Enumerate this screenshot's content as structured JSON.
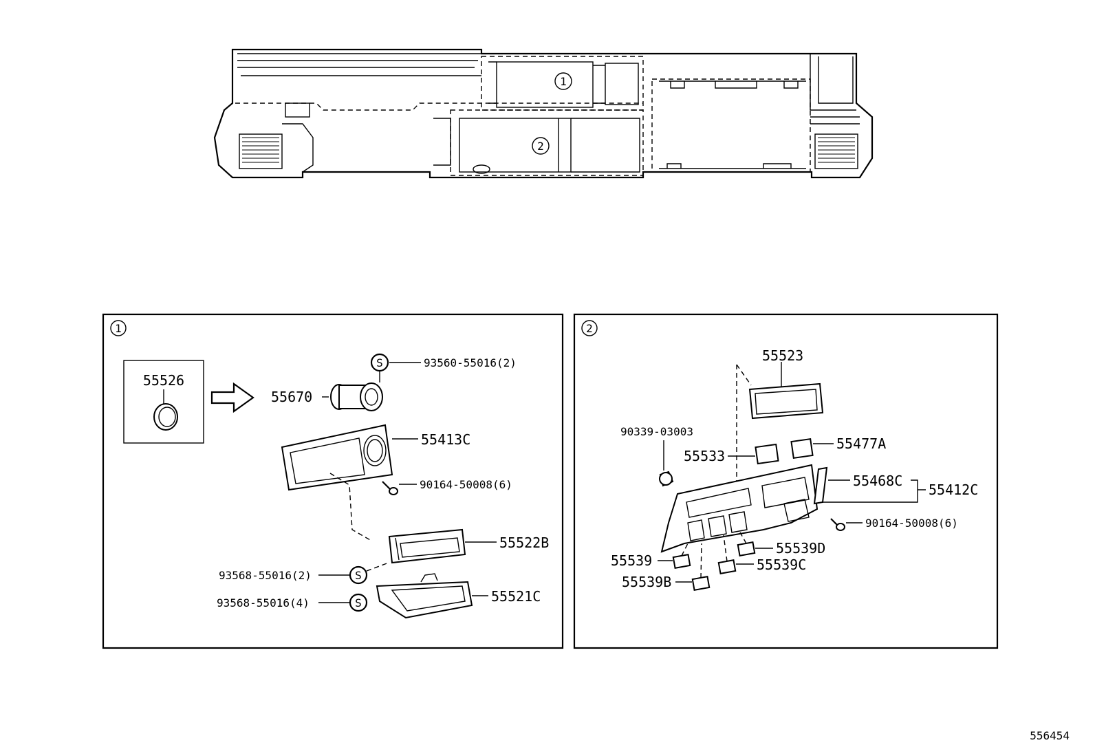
{
  "overview": {
    "callout_1": "1",
    "callout_2": "2"
  },
  "panel_1": {
    "marker": "1",
    "parts": {
      "p55526": "55526",
      "p55670": "55670",
      "p93560": "93560-55016(2)",
      "p55413C": "55413C",
      "p90164": "90164-50008(6)",
      "p55522B": "55522B",
      "p93568a": "93568-55016(2)",
      "p93568b": "93568-55016(4)",
      "p55521C": "55521C"
    },
    "s_symbol": "S"
  },
  "panel_2": {
    "marker": "2",
    "parts": {
      "p55523": "55523",
      "p90339": "90339-03003",
      "p55533": "55533",
      "p55477A": "55477A",
      "p55468C": "55468C",
      "p55412C": "55412C",
      "p90164": "90164-50008(6)",
      "p55539D": "55539D",
      "p55539": "55539",
      "p55539C": "55539C",
      "p55539B": "55539B"
    }
  },
  "diagram_id": "556454"
}
